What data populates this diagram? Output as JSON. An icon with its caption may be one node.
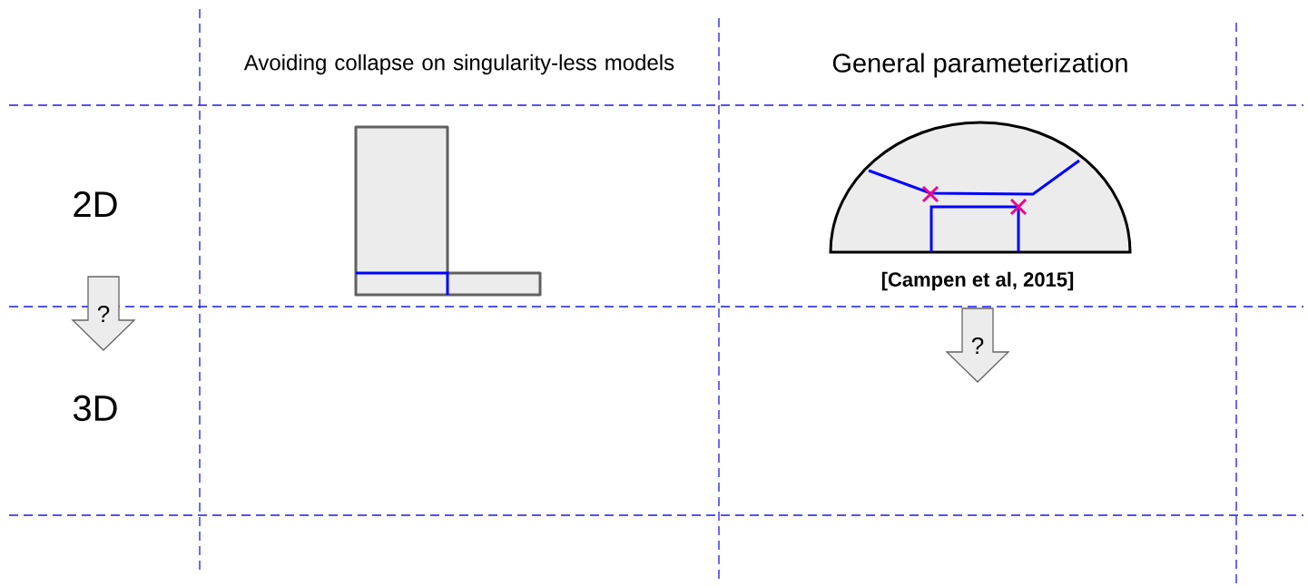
{
  "diagram": {
    "nodes": [
      {
        "text": [
          "?"
        ]
      },
      {
        "text": [
          "?"
        ]
      }
    ],
    "labels": [
      "Avoiding collapse on singularity-less models",
      "General parameterization",
      "2D",
      "[Campen et al, 2015]",
      "3D"
    ]
  }
}
